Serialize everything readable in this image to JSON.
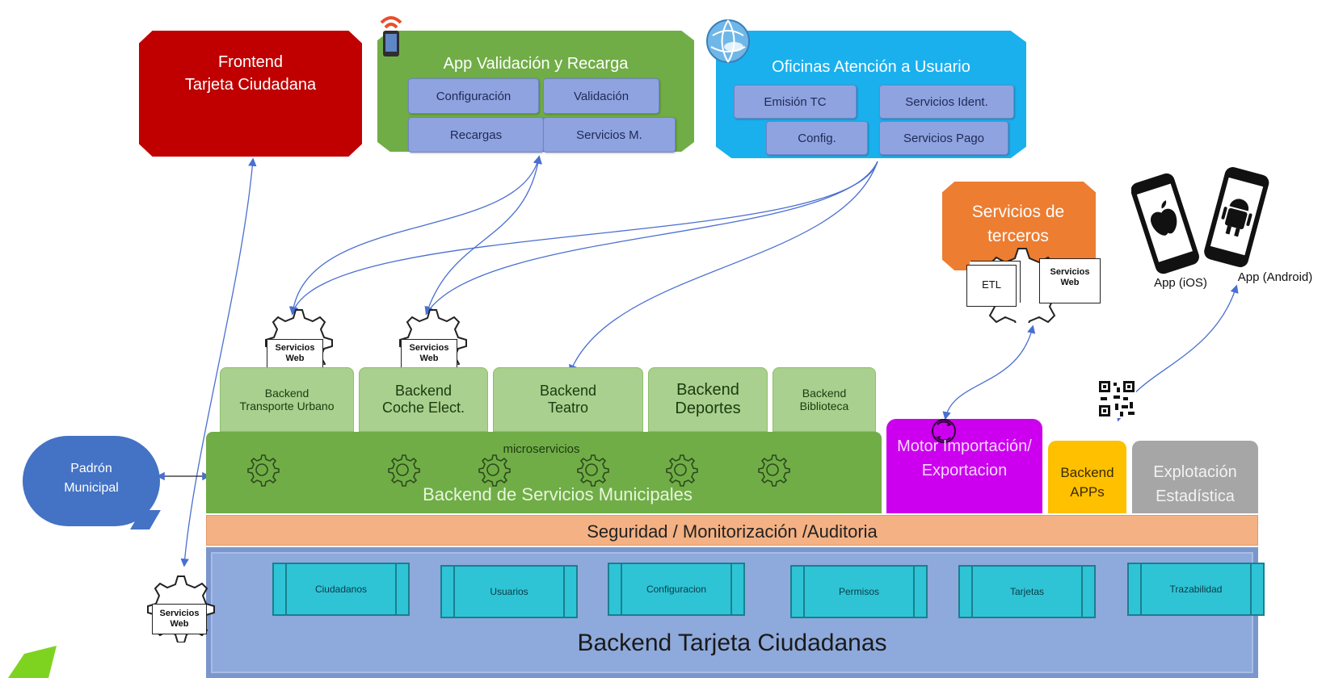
{
  "frontend": {
    "line1": "Frontend",
    "line2": "Tarjeta Ciudadana"
  },
  "app_validacion": {
    "title": "App Validación y Recarga",
    "items": [
      "Configuración",
      "Validación",
      "Recargas",
      "Servicios M."
    ]
  },
  "oficinas": {
    "title": "Oficinas Atención a Usuario",
    "items": [
      "Emisión TC",
      "Servicios Ident.",
      "Config.",
      "Servicios Pago"
    ]
  },
  "terceros": {
    "title": "Servicios de terceros",
    "etl": "ETL",
    "servicios_web": "Servicios Web"
  },
  "apps": {
    "ios": "App (iOS)",
    "android": "App (Android)"
  },
  "servicios_web_label": "Servicios Web",
  "backends": [
    {
      "label": "Backend Transporte Urbano"
    },
    {
      "label": "Backend Coche Elect."
    },
    {
      "label": "Backend Teatro"
    },
    {
      "label": "Backend Deportes"
    },
    {
      "label": "Backend Biblioteca"
    }
  ],
  "municipales": {
    "title": "Backend de Servicios Municipales",
    "micro": "microservicios"
  },
  "padron": {
    "line1": "Padrón",
    "line2": "Municipal"
  },
  "motor": {
    "label": "Motor Importación/ Exportacion"
  },
  "backend_apps": {
    "label": "Backend APPs"
  },
  "explotacion": {
    "label": "Explotación Estadística"
  },
  "seguridad": {
    "label": "Seguridad / Monitorización /Auditoria"
  },
  "tarjeta": {
    "title": "Backend Tarjeta Ciudadanas",
    "entities": [
      "Ciudadanos",
      "Usuarios",
      "Configuracion",
      "Permisos",
      "Tarjetas",
      "Trazabilidad"
    ]
  },
  "colors": {
    "frontend": "#c00000",
    "app_validacion": "#70ad47",
    "oficinas": "#1ab0ee",
    "terceros": "#ed7d31",
    "municipales": "#70ad47",
    "motor": "#cc00ee",
    "backend_apps": "#ffc000",
    "explotacion": "#a6a6a6",
    "seguridad": "#f4b183",
    "tarjeta": "#8ea9db"
  }
}
